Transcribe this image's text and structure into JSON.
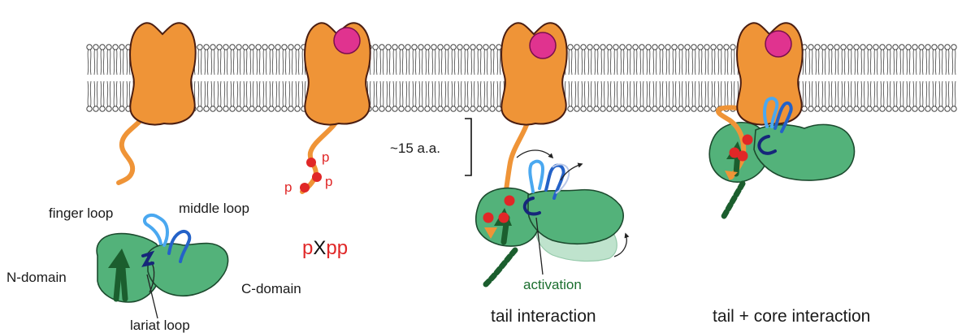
{
  "labels": {
    "finger_loop": "finger loop",
    "middle_loop": "middle loop",
    "n_domain": "N-domain",
    "c_domain": "C-domain",
    "lariat_loop": "lariat loop",
    "pxpp_p1": "p",
    "pxpp_x": "X",
    "pxpp_p2": "pp",
    "phospho": "p",
    "distance": "~15 a.a.",
    "activation": "activation",
    "tail_interaction": "tail interaction",
    "tail_core_interaction": "tail + core interaction"
  },
  "colors": {
    "receptor": "#ef9437",
    "ligand": "#e0338f",
    "arrestin": "#53b27a",
    "phosphate": "#e02727",
    "finger_loop": "#4aa8f0",
    "middle_loop": "#2462c8",
    "lariat_loop": "#16267a",
    "activation_text": "#1b6e2e"
  },
  "icons": [
    "membrane-bilayer",
    "receptor",
    "ligand",
    "arrestin",
    "phosphate-dot",
    "rotation-arrow"
  ]
}
